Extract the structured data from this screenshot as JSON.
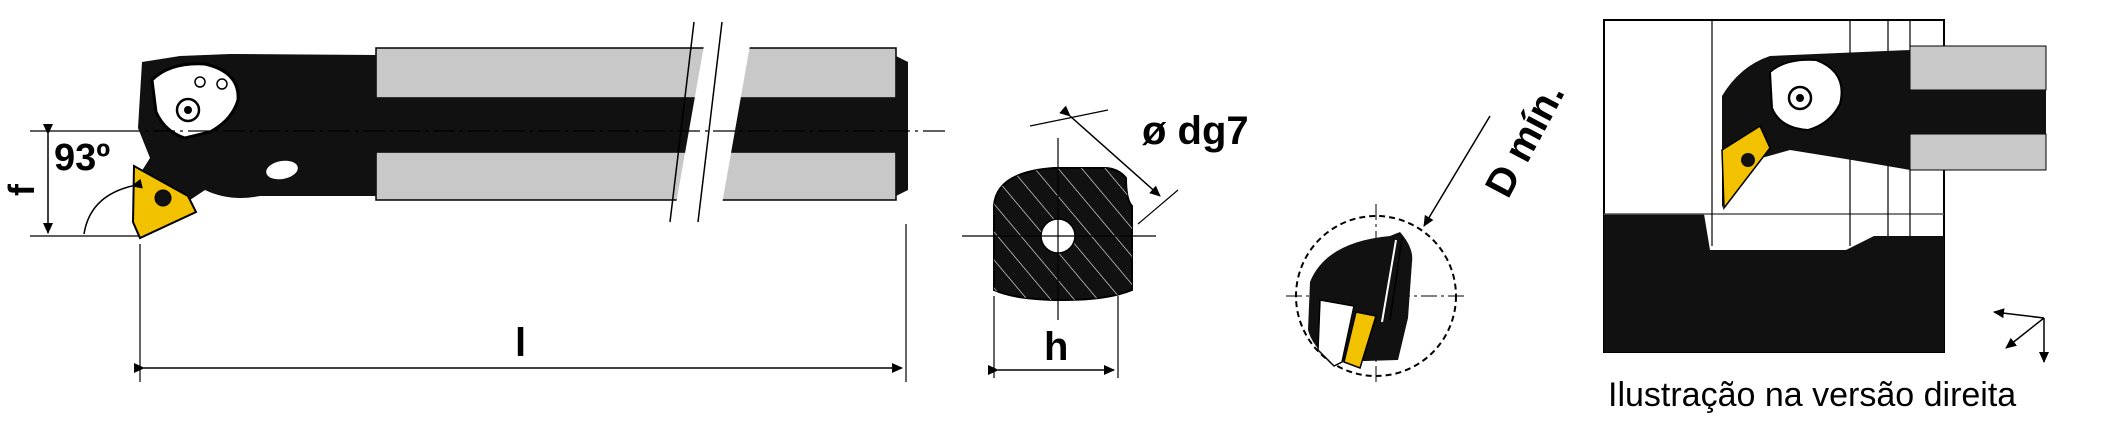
{
  "labels": {
    "angle": "93º",
    "f": "f",
    "length": "l",
    "diameter": "ø dg7",
    "height": "h",
    "min_bore": "D mín.",
    "caption": "Ilustração na versão direita"
  },
  "colors": {
    "insert": "#f2c200",
    "steel": "#111111",
    "shank_grey": "#c8c8c8",
    "line": "#000000"
  },
  "icons": [
    "torx-screw-icon",
    "insert-icon",
    "direction-arrows-icon"
  ]
}
